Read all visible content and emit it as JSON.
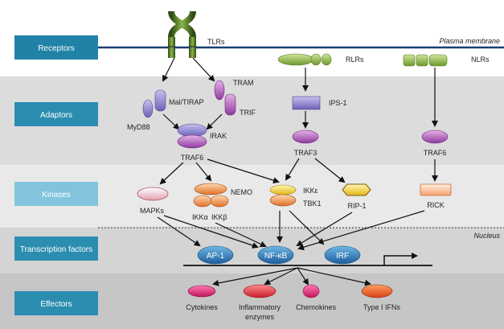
{
  "bands": [
    {
      "label": "Receptors",
      "color": "#1f82a6",
      "bg": "#ffffff"
    },
    {
      "label": "Adaptors",
      "color": "#2b8db0",
      "bg": "#dcdcdc"
    },
    {
      "label": "Kinases",
      "color": "#7fc3dd",
      "bg": "#e8e8e8"
    },
    {
      "label": "Transcription factors",
      "color": "#2b8db0",
      "bg": "#d6d6d6"
    },
    {
      "label": "Effectors",
      "color": "#2b8db0",
      "bg": "#c7c7c7"
    }
  ],
  "membrane_label": "Plasma membrane",
  "nucleus_label": "Nucleus",
  "receptors": {
    "tlrs": "TLRs",
    "rlrs": "RLRs",
    "nlrs": "NLRs"
  },
  "adaptors": {
    "mal": "Mal/TIRAP",
    "myd88": "MyD88",
    "tram": "TRAM",
    "trif": "TRIF",
    "irak": "IRAK",
    "traf6_left": "TRAF6",
    "ips1": "IPS-1",
    "traf3": "TRAF3",
    "traf6_right": "TRAF6"
  },
  "kinases": {
    "mapks": "MAPKs",
    "nemo": "NEMO",
    "ikka": "IKKα",
    "ikkb": "IKKβ",
    "ikke": "IKKε",
    "tbk1": "TBK1",
    "rip1": "RIP-1",
    "rick": "RICK"
  },
  "tfs": {
    "ap1": "AP-1",
    "nfkb": "NF-κB",
    "irf": "IRF"
  },
  "effectors": {
    "cytokines": "Cytokines",
    "inflam1": "Inflammatory",
    "inflam2": "enzymes",
    "chemokines": "Chemokines",
    "ifns": "Type I IFNs"
  }
}
